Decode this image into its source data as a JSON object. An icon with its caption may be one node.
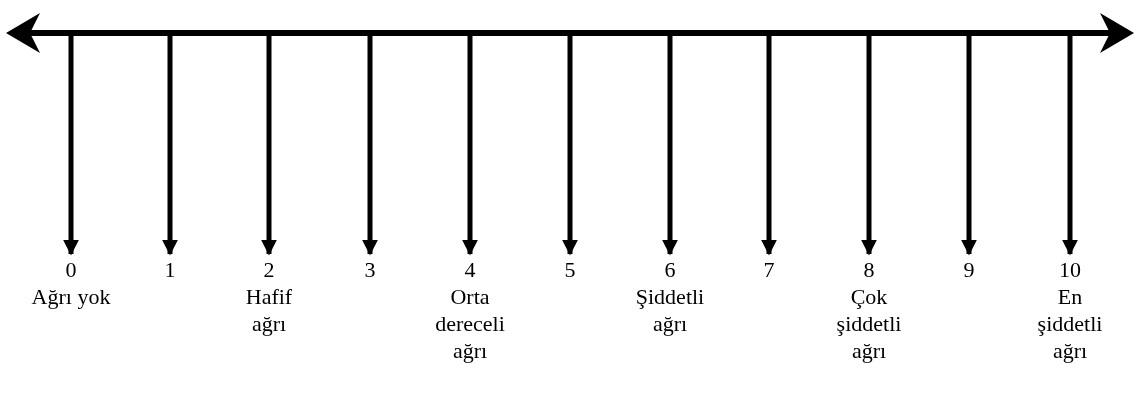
{
  "diagram": {
    "nodes": [
      {
        "text": [],
        "shape": "bar"
      },
      {
        "text": [
          "0",
          "Ağrı yok"
        ]
      },
      {
        "text": [
          "1"
        ]
      },
      {
        "text": [
          "2",
          "Hafif ağrı"
        ]
      },
      {
        "text": [
          "3"
        ]
      },
      {
        "text": [
          "4",
          "Orta dereceli ağrı"
        ]
      },
      {
        "text": [
          "5"
        ]
      },
      {
        "text": [
          "6",
          "Şiddetli ağrı"
        ]
      },
      {
        "text": [
          "7"
        ]
      },
      {
        "text": [
          "8",
          "Çok şiddetli ağrı"
        ]
      },
      {
        "text": [
          "9"
        ]
      },
      {
        "text": [
          "10",
          "En şiddetli ağrı"
        ]
      }
    ],
    "edges": [
      {
        "from": 0,
        "to": 1,
        "arrow": "to"
      },
      {
        "from": 0,
        "to": 2,
        "arrow": "to"
      },
      {
        "from": 0,
        "to": 3,
        "arrow": "to"
      },
      {
        "from": 0,
        "to": 4,
        "arrow": "to"
      },
      {
        "from": 0,
        "to": 5,
        "arrow": "to"
      },
      {
        "from": 0,
        "to": 6,
        "arrow": "to"
      },
      {
        "from": 0,
        "to": 7,
        "arrow": "to"
      },
      {
        "from": 0,
        "to": 8,
        "arrow": "to"
      },
      {
        "from": 0,
        "to": 9,
        "arrow": "to"
      },
      {
        "from": 0,
        "to": 10,
        "arrow": "to"
      },
      {
        "from": 0,
        "to": 11,
        "arrow": "to"
      }
    ]
  }
}
